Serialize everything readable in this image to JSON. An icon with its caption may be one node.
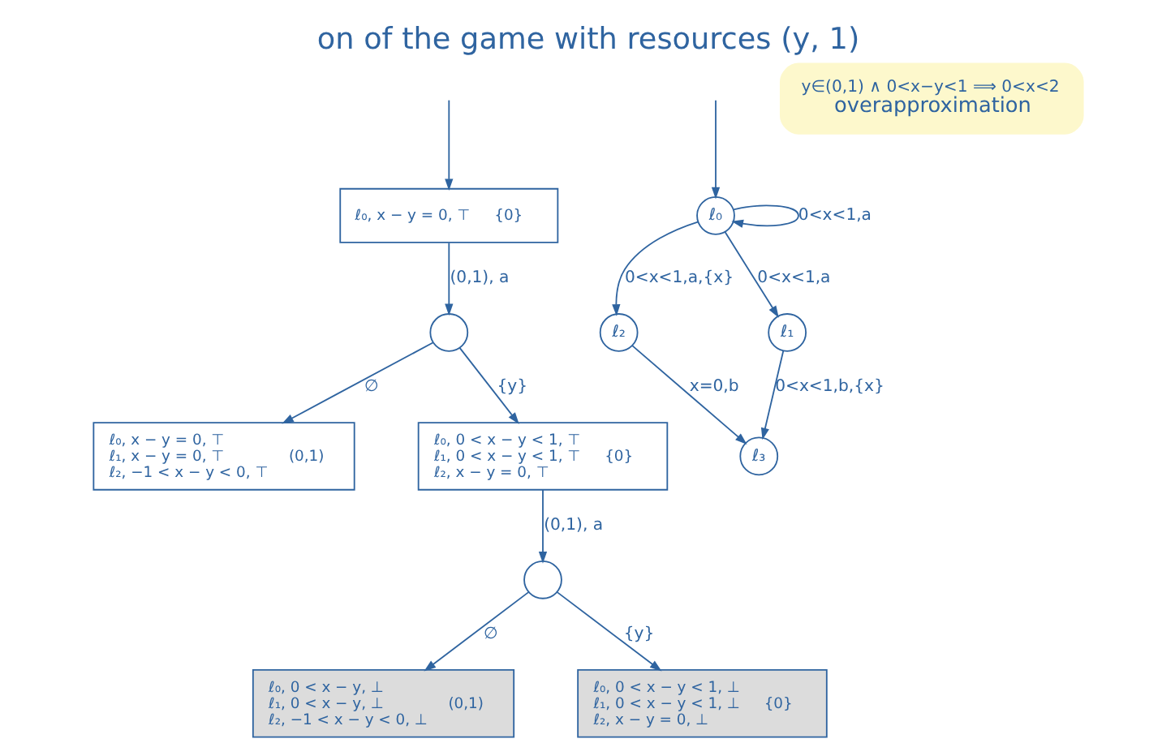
{
  "diagram": {
    "title": "on of the game with resources (y, 1)",
    "nodes": [
      {
        "text": [
          "ℓ₀, x − y = 0, ⊤",
          "{0}"
        ]
      },
      {
        "text": [],
        "shape": "circle"
      },
      {
        "text": [
          "ℓ₀, x − y = 0, ⊤",
          "ℓ₁, x − y = 0, ⊤",
          "ℓ₂, −1 < x − y < 0, ⊤",
          "(0,1)"
        ]
      },
      {
        "text": [
          "ℓ₀, 0 < x − y < 1, ⊤",
          "ℓ₁, 0 < x − y < 1, ⊤",
          "ℓ₂, x − y = 0, ⊤",
          "{0}"
        ]
      },
      {
        "text": [],
        "shape": "circle"
      },
      {
        "text": [
          "ℓ₀, 0 < x − y, ⊥",
          "ℓ₁, 0 < x − y, ⊥",
          "ℓ₂, −1 < x − y < 0, ⊥",
          "(0,1)"
        ]
      },
      {
        "text": [
          "ℓ₀, 0 < x − y < 1, ⊥",
          "ℓ₁, 0 < x − y < 1, ⊥",
          "ℓ₂, x − y = 0, ⊥",
          "{0}"
        ]
      },
      {
        "text": [
          "ℓ₀"
        ]
      },
      {
        "text": [
          "ℓ₂"
        ]
      },
      {
        "text": [
          "ℓ₁"
        ]
      },
      {
        "text": [
          "ℓ₃"
        ]
      },
      {
        "text": [
          "y∈(0,1) ∧ 0<x−y<1 ⟹ 0<x<2",
          "overapproximation"
        ]
      }
    ],
    "edges": [
      {
        "from": null,
        "to": 0,
        "arrow": "to"
      },
      {
        "from": 0,
        "to": 1,
        "arrow": "to",
        "label": "(0,1), a"
      },
      {
        "from": 1,
        "to": 2,
        "arrow": "to",
        "label": "∅"
      },
      {
        "from": 1,
        "to": 3,
        "arrow": "to",
        "label": "{y}"
      },
      {
        "from": 3,
        "to": 4,
        "arrow": "to",
        "label": "(0,1), a"
      },
      {
        "from": 4,
        "to": 5,
        "arrow": "to",
        "label": "∅"
      },
      {
        "from": 4,
        "to": 6,
        "arrow": "to",
        "label": "{y}"
      },
      {
        "from": null,
        "to": 7,
        "arrow": "to"
      },
      {
        "from": 7,
        "to": 7,
        "arrow": "to",
        "label": "0<x<1,a"
      },
      {
        "from": 7,
        "to": 8,
        "arrow": "to",
        "label": "0<x<1,a,{x}"
      },
      {
        "from": 7,
        "to": 9,
        "arrow": "to",
        "label": "0<x<1,a"
      },
      {
        "from": 8,
        "to": 10,
        "arrow": "to",
        "label": "x=0,b"
      },
      {
        "from": 9,
        "to": 10,
        "arrow": "to",
        "label": "0<x<1,b,{x}"
      }
    ]
  }
}
